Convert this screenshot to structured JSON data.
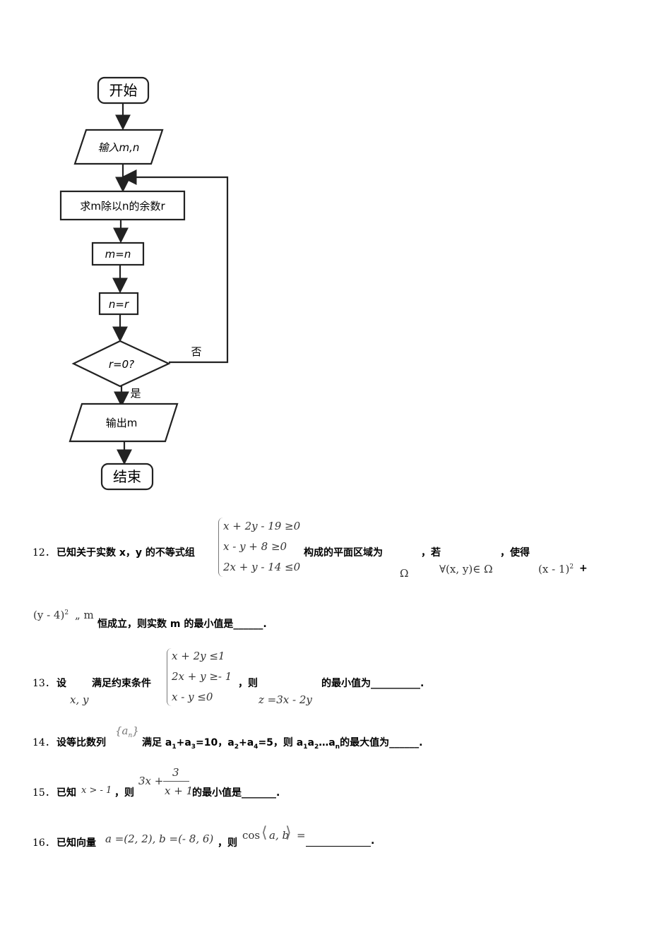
{
  "flowchart": {
    "start": "开始",
    "input": "输入m,n",
    "compute": "求m除以n的余数r",
    "assign1": "m=n",
    "assign2": "n=r",
    "decision": "r=0?",
    "no": "否",
    "yes": "是",
    "output": "输出m",
    "end": "结束"
  },
  "q12": {
    "num": "12．",
    "t1": "已知关于实数 x，y 的不等式组",
    "ineq": [
      "x + 2y - 19 ≥0",
      "x -  y + 8 ≥0",
      "2x + y - 14 ≤0"
    ],
    "t2": "构成的平面区域为",
    "omega": "Ω",
    "t3": "，若",
    "forall": "∀(x, y)∈ Ω",
    "t4": "，使得",
    "expr1": "(x - 1)",
    "exp1": "2",
    "plus": "+",
    "expr2": "(y - 4)",
    "exp2": "2",
    "leq_m": "„ m",
    "t5": "恒成立，则实数 m 的最小值是______."
  },
  "q13": {
    "num": "13．",
    "t1": "设",
    "vars": "x, y",
    "t2": "满足约束条件",
    "ineq": [
      "x + 2y ≤1",
      "2x + y ≥- 1",
      "x -  y ≤0"
    ],
    "t3": "，则",
    "z": "z =3x - 2y",
    "t4": "的最小值为__________."
  },
  "q14": {
    "num": "14．",
    "t1": "设等比数列",
    "seq": "a",
    "seq_sub": "n",
    "t2": "满足 a",
    "parts": [
      "1",
      "+a",
      "3",
      "=10，a",
      "2",
      "+a",
      "4",
      "=5，则 a",
      "1",
      "a",
      "2",
      "…a",
      "n",
      "的最大值为______."
    ]
  },
  "q15": {
    "num": "15．",
    "t1": "已知",
    "cond": "x > - 1",
    "t2": "，则",
    "lhs": "3x +",
    "numer": "3",
    "denom": "x + 1",
    "t3": "的最小值是_______."
  },
  "q16": {
    "num": "16．",
    "t1": "已知向量",
    "vec": "a =(2, 2), b =(- 8, 6)",
    "t2": "，则",
    "cos": "cos",
    "angle": "a, b",
    "eq": "=",
    "t3": "."
  }
}
